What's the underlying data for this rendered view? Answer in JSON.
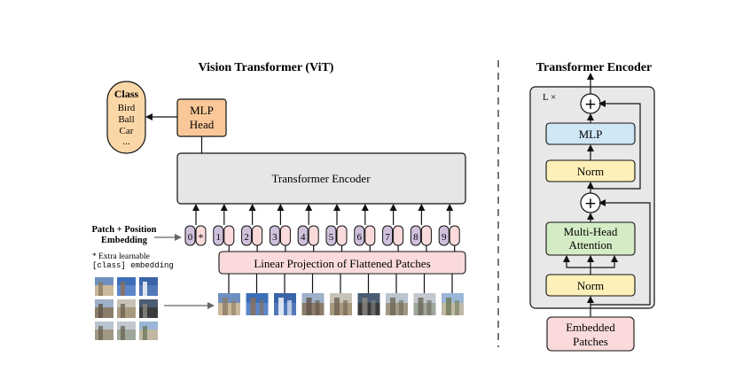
{
  "vit": {
    "title": "Vision Transformer (ViT)",
    "class_box": {
      "heading": "Class",
      "items": [
        "Bird",
        "Ball",
        "Car",
        "..."
      ]
    },
    "mlp_head": [
      "MLP",
      "Head"
    ],
    "transformer_encoder": "Transformer Encoder",
    "patch_position_embedding": [
      "Patch + Position",
      "Embedding"
    ],
    "footnote": [
      "* Extra learnable",
      "[class] embedding"
    ],
    "linear_projection": "Linear Projection of Flattened Patches",
    "position_tokens": [
      "0",
      "1",
      "2",
      "3",
      "4",
      "5",
      "6",
      "7",
      "8",
      "9"
    ],
    "class_token_mark": "*"
  },
  "encoder": {
    "title": "Transformer Encoder",
    "repeat": "L ×",
    "mlp": "MLP",
    "norm": "Norm",
    "attention": [
      "Multi-Head",
      "Attention"
    ],
    "norm_bottom": "Norm",
    "add_symbol": "+",
    "embedded_patches": [
      "Embedded",
      "Patches"
    ]
  },
  "colors": {
    "class_box": "#fbd7a8",
    "mlp_head": "#fac898",
    "encoder_gray": "#e6e6e6",
    "projection_pink": "#fadada",
    "token_purple": "#cfc0dc",
    "token_pink": "#fadada",
    "mlp_blue": "#cfe6f5",
    "norm_yellow": "#fdf0b8",
    "attention_green": "#d4ecc5",
    "encoder_panel": "#e8e8e8"
  }
}
